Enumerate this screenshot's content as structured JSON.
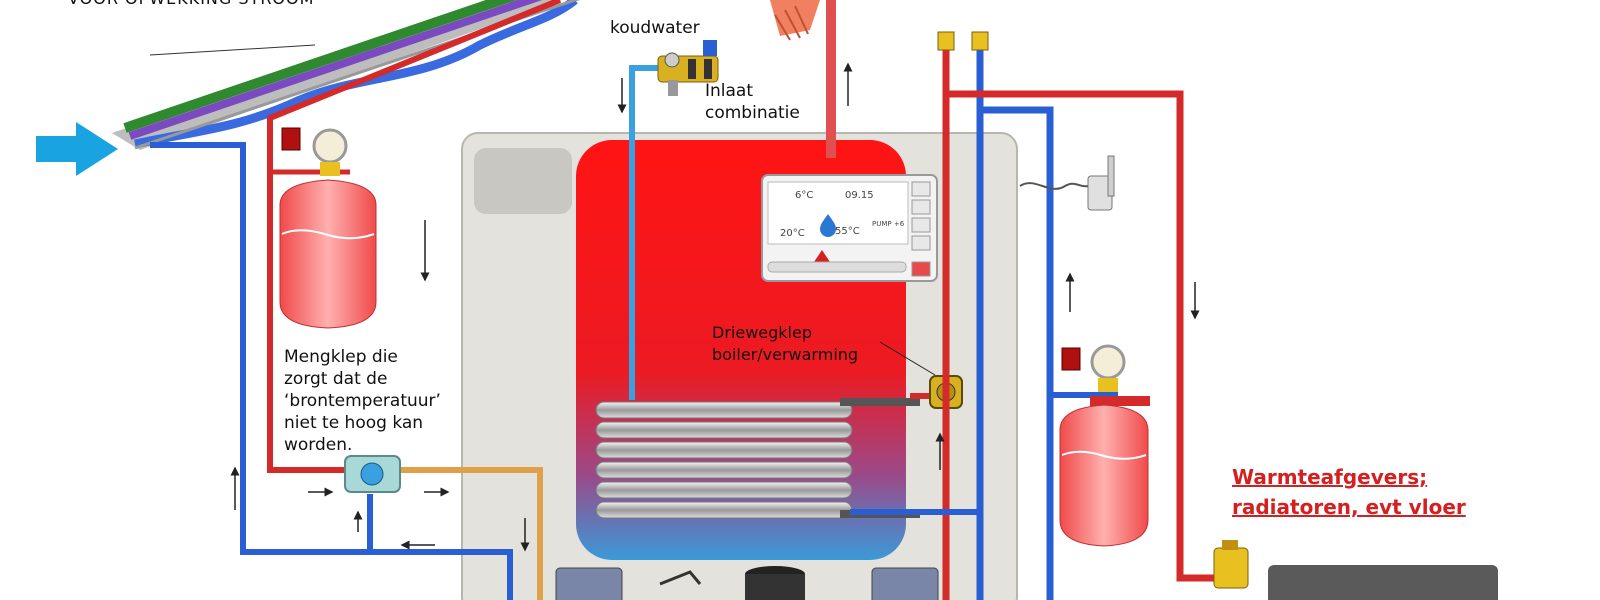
{
  "labels": {
    "top_partial": "VOOR OPWEKKING STROOM",
    "cold_water": "koudwater",
    "inlet_combination": [
      "Inlaat",
      "combinatie"
    ],
    "three_way_valve": [
      "Driewegklep",
      "boiler/verwarming"
    ],
    "mixing_valve": [
      "Mengklep die",
      "zorgt dat de",
      "‘brontemperatuur’",
      "niet te hoog kan",
      "worden."
    ],
    "heat_emitters": [
      "Warmteafgevers;",
      "radiatoren, evt vloer"
    ]
  },
  "control_panel": {
    "outdoor_temp": "6°C",
    "time": "09.15",
    "room_temp": "20°C",
    "water_temp": "55°C",
    "pump_text": "PUMP +6"
  },
  "icons": {
    "inlet_arrow": "arrow-right-icon",
    "flow_arrows": "flow-arrow-icon",
    "thermometer": "thermometer-icon",
    "water_drop": "water-drop-icon",
    "warning": "warning-icon"
  },
  "colors": {
    "hot_pipe": "#d42a2a",
    "cold_pipe": "#2a5fd4",
    "mixed_pipe": "#e0a04a",
    "tank_hot": "#ff1a1a",
    "tank_cold": "#2aa0e0",
    "cabinet": "#e4e2dc",
    "accent_label": "#d32020",
    "inlet_arrow": "#19a3e0"
  }
}
